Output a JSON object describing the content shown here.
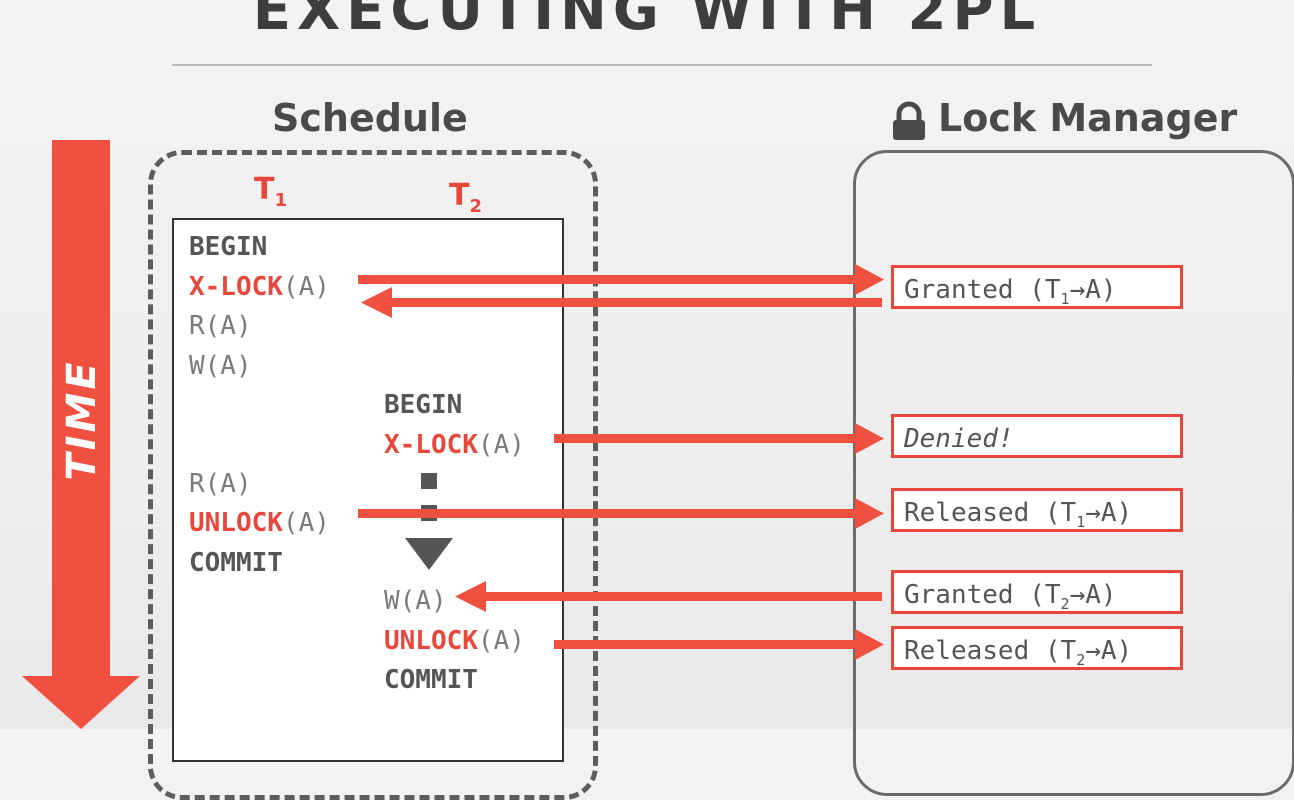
{
  "title": "EXECUTING WITH 2PL",
  "schedule_label": "Schedule",
  "lock_manager_label": "Lock Manager",
  "time_label": "TIME",
  "transactions": {
    "t1": {
      "letter": "T",
      "sub": "1"
    },
    "t2": {
      "letter": "T",
      "sub": "2"
    }
  },
  "t1_ops": {
    "begin": "BEGIN",
    "xlock_kw": "X-LOCK",
    "xlock_arg": "(A)",
    "r1": "R(A)",
    "w1": "W(A)",
    "r2": "R(A)",
    "unlock_kw": "UNLOCK",
    "unlock_arg": "(A)",
    "commit": "COMMIT"
  },
  "t2_ops": {
    "begin": "BEGIN",
    "xlock_kw": "X-LOCK",
    "xlock_arg": "(A)",
    "w1": "W(A)",
    "unlock_kw": "UNLOCK",
    "unlock_arg": "(A)",
    "commit": "COMMIT"
  },
  "responses": {
    "r1": {
      "pre": "Granted (T",
      "sub": "1",
      "post": "→A)"
    },
    "r2": {
      "text": "Denied!"
    },
    "r3": {
      "pre": "Released (T",
      "sub": "1",
      "post": "→A)"
    },
    "r4": {
      "pre": "Granted (T",
      "sub": "2",
      "post": "→A)"
    },
    "r5": {
      "pre": "Released (T",
      "sub": "2",
      "post": "→A)"
    }
  },
  "colors": {
    "accent": "#e8473c",
    "dark": "#555555",
    "muted": "#7b7b7b"
  }
}
